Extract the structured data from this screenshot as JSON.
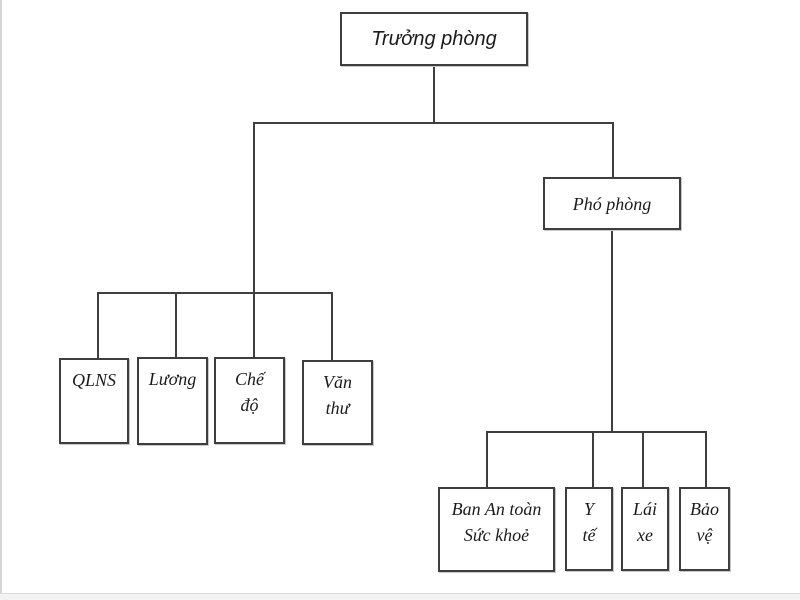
{
  "colors": {
    "background": "#ffffff",
    "box_border": "#3e3e3e",
    "connector": "#3f3f3f",
    "text": "#1c1c1c"
  },
  "org_chart": {
    "root": {
      "label": "Trưởng phòng"
    },
    "deputy": {
      "label": "Phó phòng"
    },
    "left_group": [
      {
        "name": "qlns",
        "lines": [
          "QLNS"
        ]
      },
      {
        "name": "luong",
        "lines": [
          "Lương"
        ]
      },
      {
        "name": "che-do",
        "lines": [
          "Chế",
          "độ"
        ]
      },
      {
        "name": "van-thu",
        "lines": [
          "Văn",
          "thư"
        ]
      }
    ],
    "right_group": [
      {
        "name": "ban-an-toan-suc-khoe",
        "lines": [
          "Ban An toàn",
          "Sức khoẻ"
        ]
      },
      {
        "name": "y-te",
        "lines": [
          "Y",
          "tế"
        ]
      },
      {
        "name": "lai-xe",
        "lines": [
          "Lái",
          "xe"
        ]
      },
      {
        "name": "bao-ve",
        "lines": [
          "Bảo",
          "vệ"
        ]
      }
    ]
  }
}
